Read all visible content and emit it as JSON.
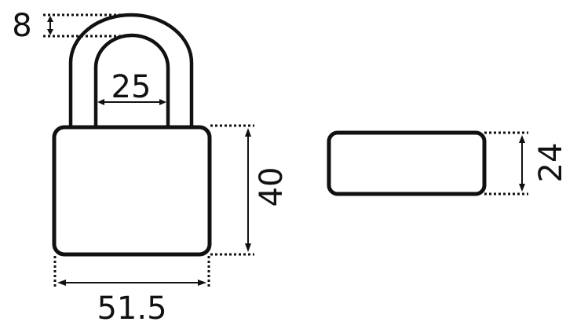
{
  "colors": {
    "line": "#111111",
    "background": "#ffffff"
  },
  "dimensions": {
    "shackle_thickness": "8",
    "shackle_inner_width": "25",
    "body_height": "40",
    "body_width": "51.5",
    "body_depth": "24"
  }
}
